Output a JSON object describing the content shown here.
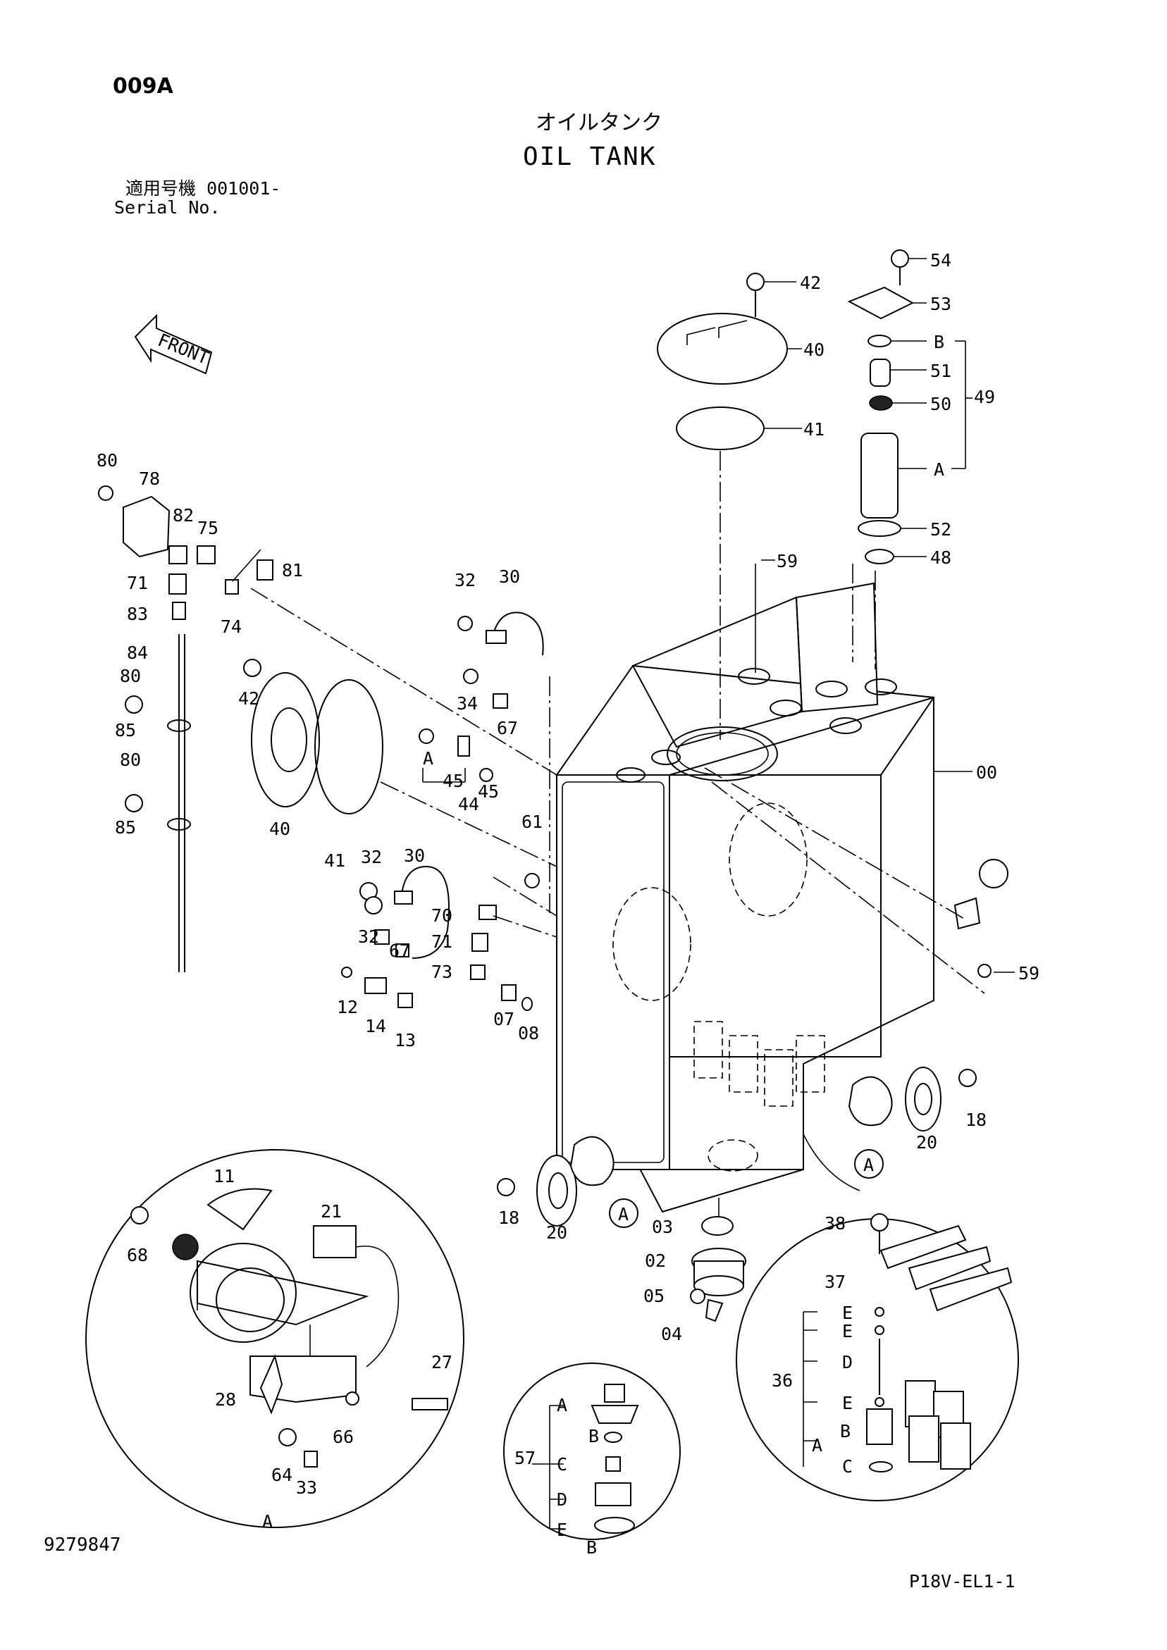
{
  "header": {
    "page_code": "009A",
    "title_jp": "オイルタンク",
    "title_en": "OIL TANK",
    "serial_label_jp": "適用号機",
    "serial_value": "001001-",
    "serial_label_en": "Serial No."
  },
  "front_arrow_label": "FRONT",
  "footer": {
    "doc_number": "9279847",
    "sheet_code": "P18V-EL1-1"
  },
  "callouts": [
    "54",
    "53",
    "42",
    "40",
    "41",
    "B",
    "51",
    "50",
    "49",
    "A",
    "52",
    "48",
    "59",
    "00",
    "80",
    "78",
    "82",
    "75",
    "71",
    "81",
    "83",
    "74",
    "84",
    "80",
    "85",
    "80",
    "85",
    "32",
    "30",
    "34",
    "67",
    "42",
    "40",
    "41",
    "A",
    "45",
    "45",
    "44",
    "32",
    "30",
    "61",
    "32",
    "67",
    "70",
    "71",
    "73",
    "12",
    "14",
    "13",
    "07",
    "08",
    "59",
    "18",
    "20",
    "A",
    "18",
    "20",
    "A",
    "03",
    "02",
    "05",
    "04",
    "38",
    "37",
    "E",
    "E",
    "D",
    "E",
    "36",
    "A",
    "B",
    "C",
    "11",
    "68",
    "21",
    "27",
    "28",
    "66",
    "64",
    "33",
    "A",
    "57",
    "A",
    "B",
    "C",
    "D",
    "E",
    "B"
  ]
}
